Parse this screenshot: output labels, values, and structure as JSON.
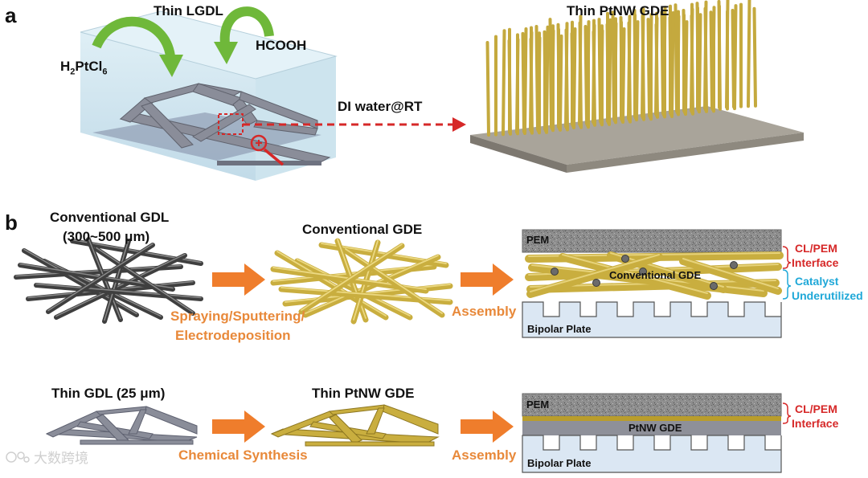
{
  "panel_a": {
    "letter": "a",
    "title_left": "Thin LGDL",
    "title_right": "Thin PtNW GDE",
    "reagent1": "H2PtCl6",
    "reagent1_parts": [
      "H",
      "2",
      "PtCl",
      "6"
    ],
    "reagent2": "HCOOH",
    "arrow_label": "DI water@RT"
  },
  "panel_b": {
    "letter": "b",
    "row1": {
      "gdl_label_line1": "Conventional GDL",
      "gdl_label_line2": "(300~500 μm)",
      "gde_label": "Conventional GDE",
      "process_line1": "Spraying/Sputtering/",
      "process_line2": "Electrodeposition",
      "assembly": "Assembly",
      "stack": {
        "pem": "PEM",
        "gde": "Conventional GDE",
        "plate": "Bipolar Plate",
        "annot1_line1": "CL/PEM",
        "annot1_line2": "Interface",
        "annot2_line1": "Catalyst",
        "annot2_line2": "Underutilized"
      }
    },
    "row2": {
      "gdl_label": "Thin GDL (25 μm)",
      "gde_label": "Thin PtNW GDE",
      "process": "Chemical Synthesis",
      "assembly": "Assembly",
      "stack": {
        "pem": "PEM",
        "gde": "PtNW GDE",
        "plate": "Bipolar Plate",
        "annot1_line1": "CL/PEM",
        "annot1_line2": "Interface"
      }
    }
  },
  "watermark": "大数跨境",
  "colors": {
    "green_arrow": "#6fb83a",
    "red_dash": "#d62828",
    "orange_arrow": "#ef7d2c",
    "gold": "#c9ae3f",
    "gold_dark": "#9a8428",
    "grid_gray": "#8a8d99",
    "fiber_gray": "#4a4a4a",
    "plate_blue": "#dbe7f3",
    "pem_gray": "#7c7c7c"
  }
}
